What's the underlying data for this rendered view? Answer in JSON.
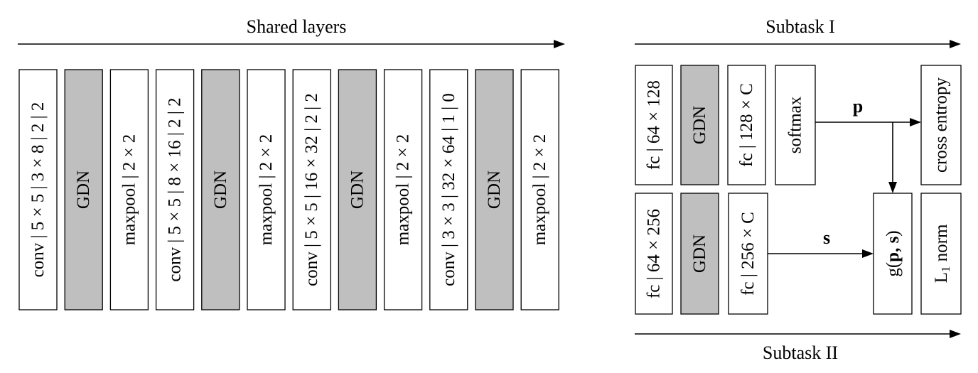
{
  "headers": {
    "shared": "Shared layers",
    "subtask1": "Subtask I",
    "subtask2": "Subtask II"
  },
  "shared_layers": [
    {
      "text": "conv | 5 × 5 | 3 × 8 | 2 | 2",
      "shaded": false
    },
    {
      "text": "GDN",
      "shaded": true
    },
    {
      "text": "maxpool | 2 × 2",
      "shaded": false
    },
    {
      "text": "conv | 5 × 5 | 8 × 16 | 2 | 2",
      "shaded": false
    },
    {
      "text": "GDN",
      "shaded": true
    },
    {
      "text": "maxpool | 2 × 2",
      "shaded": false
    },
    {
      "text": "conv | 5 × 5 | 16 × 32 | 2 | 2",
      "shaded": false
    },
    {
      "text": "GDN",
      "shaded": true
    },
    {
      "text": "maxpool | 2 × 2",
      "shaded": false
    },
    {
      "text": "conv | 3 × 3 | 32 × 64 | 1 | 0",
      "shaded": false
    },
    {
      "text": "GDN",
      "shaded": true
    },
    {
      "text": "maxpool | 2 × 2",
      "shaded": false
    }
  ],
  "subtask1_layers": [
    {
      "text": "fc | 64 × 128",
      "shaded": false
    },
    {
      "text": "GDN",
      "shaded": true
    },
    {
      "text": "fc | 128 × C",
      "shaded": false
    },
    {
      "text": "softmax",
      "shaded": false
    }
  ],
  "subtask2_layers": [
    {
      "text": "fc | 64 × 256",
      "shaded": false
    },
    {
      "text": "GDN",
      "shaded": true
    },
    {
      "text": "fc | 256 × C",
      "shaded": false
    }
  ],
  "outputs": {
    "cross_entropy": "cross entropy",
    "l1_norm_prefix": "L",
    "l1_norm_subscript": "1",
    "l1_norm_suffix": " norm",
    "g_prefix": "g(",
    "g_args": "p, s",
    "g_suffix": ")"
  },
  "edge_labels": {
    "p": "p",
    "s": "s"
  },
  "colors": {
    "shaded_fill": "#bfbfbf",
    "stroke": "#000000"
  }
}
